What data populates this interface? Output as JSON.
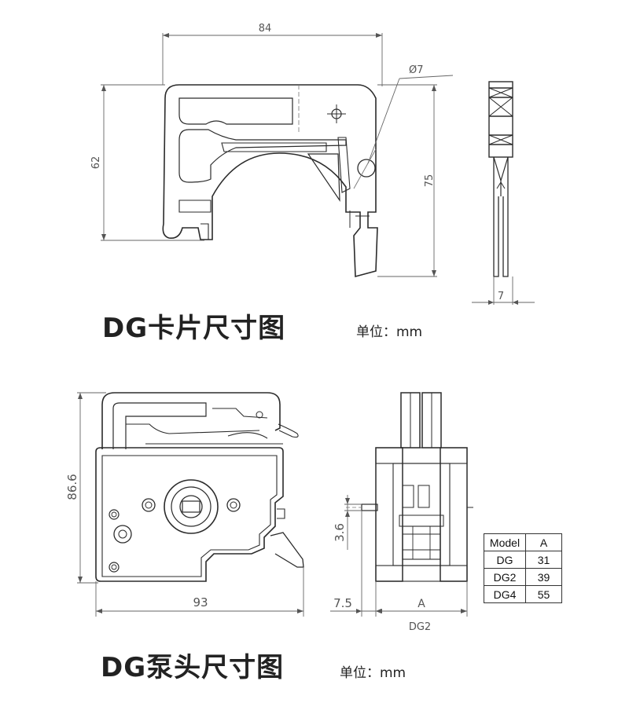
{
  "clip_drawing": {
    "title": "DG卡片尺寸图",
    "unit_label": "单位：mm",
    "dims": {
      "width": "84",
      "height_left": "62",
      "height_right": "75",
      "hole_diameter": "Ø7",
      "thickness": "7"
    }
  },
  "pump_head_drawing": {
    "title": "DG泵头尺寸图",
    "unit_label": "单位：mm",
    "dims": {
      "height": "86.6",
      "width": "93",
      "offset_small": "3.6",
      "offset_side": "7.5",
      "side_width": "A",
      "side_model": "DG2"
    },
    "model_table": {
      "headers": [
        "Model",
        "A"
      ],
      "rows": [
        [
          "DG",
          "31"
        ],
        [
          "DG2",
          "39"
        ],
        [
          "DG4",
          "55"
        ]
      ]
    }
  },
  "colors": {
    "line": "#2b2b2b",
    "dimension": "#555555",
    "background": "#ffffff"
  }
}
